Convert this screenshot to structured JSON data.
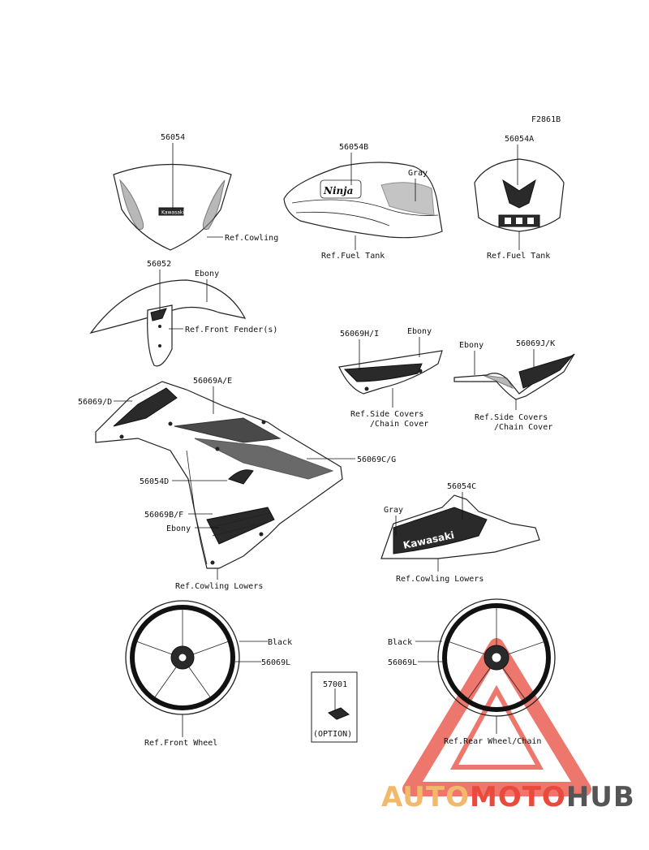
{
  "figure_code": "F2861B",
  "labels": {
    "l56054": "56054",
    "ref_cowling": "Ref.Cowling",
    "l56054B": "56054B",
    "gray_tank": "Gray",
    "ref_fuel_tank_1": "Ref.Fuel Tank",
    "l56054A": "56054A",
    "ref_fuel_tank_2": "Ref.Fuel Tank",
    "l56052": "56052",
    "ebony_fender": "Ebony",
    "ref_front_fender": "Ref.Front Fender(s)",
    "l56069HI": "56069H/I",
    "ebony_side1": "Ebony",
    "ref_side_covers_1a": "Ref.Side Covers",
    "ref_side_covers_1b": "/Chain Cover",
    "ebony_side2": "Ebony",
    "l56069JK": "56069J/K",
    "ref_side_covers_2a": "Ref.Side Covers",
    "ref_side_covers_2b": "/Chain Cover",
    "l56069AE": "56069A/E",
    "l56069D": "56069/D",
    "l56069CG": "56069C/G",
    "l56054D": "56054D",
    "l56069BF": "56069B/F",
    "ebony_cowl": "Ebony",
    "ref_cowling_lowers_1": "Ref.Cowling Lowers",
    "l56054C": "56054C",
    "gray_lower": "Gray",
    "ref_cowling_lowers_2": "Ref.Cowling Lowers",
    "black_front": "Black",
    "l56069L_front": "56069L",
    "ref_front_wheel": "Ref.Front Wheel",
    "black_rear": "Black",
    "l56069L_rear": "56069L",
    "ref_rear_wheel": "Ref.Rear Wheel/Chain",
    "l57001": "57001",
    "option": "(OPTION)"
  },
  "decal_text": {
    "ninja": "Ninja",
    "kawasaki": "Kawasaki",
    "kawasaki_small": "Kawasaki"
  },
  "watermark": {
    "part1": "AUTO",
    "part2": "MOTO",
    "part3": "HUB",
    "colors": {
      "auto": "#f0b96b",
      "moto": "#e84a3c",
      "hub": "#555555",
      "triangle": "#e84a3c"
    }
  }
}
